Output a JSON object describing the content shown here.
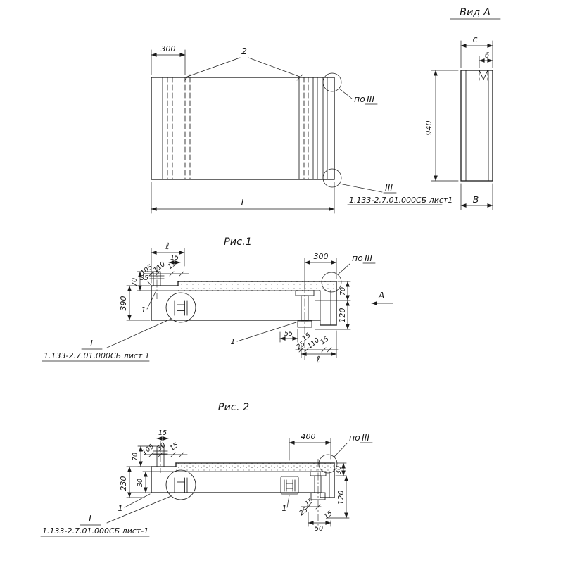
{
  "meta": {
    "paper": "#ffffff",
    "ink": "#1a1a1a"
  },
  "view_a": {
    "title": "Вид А",
    "dim_c": "с",
    "dim_b": "б",
    "dim_940": "940",
    "dim_B": "В"
  },
  "fig1": {
    "caption": "Рис.1",
    "dim_300": "300",
    "pos_2": "2",
    "po": "по",
    "section": "III",
    "section_bottom": "III",
    "ref": "1.133-2.7.01.000СБ лист1",
    "dim_L": "L"
  },
  "fig2": {
    "caption": "Рис. 2",
    "dim_l_top": "ℓ",
    "dim_15_top": "15",
    "dim_105": "105",
    "dim_110": "110",
    "dim_15_chain": "15",
    "dim_35": "35",
    "dim_70_left": "70",
    "dim_390": "390",
    "pos_1_left": "1",
    "pos_1_right": "1",
    "dim_300": "300",
    "po": "по",
    "section": "III",
    "view_label": "А",
    "dim_70_right": "70",
    "dim_120": "120",
    "dim_55": "55",
    "dim_15_r1": "15",
    "dim_25": "25",
    "dim_110_r": "110",
    "dim_15_r2": "15",
    "dim_l_bottom": "ℓ",
    "detail": "I",
    "ref": "1.133-2.7.01.000СБ лист 1"
  },
  "fig3": {
    "dim_15_top": "15",
    "dim_105": "105",
    "dim_50_top": "50",
    "dim_15_chain": "15",
    "dim_70": "70",
    "dim_30_left": "30",
    "dim_230": "230",
    "pos_1_left": "1",
    "pos_1_right": "1",
    "dim_400": "400",
    "po": "по",
    "section": "III",
    "dim_30_right": "30",
    "dim_120": "120",
    "dim_15_r1": "15",
    "dim_25": "25",
    "dim_15_r2": "15",
    "dim_50_bottom": "50",
    "detail": "I",
    "ref": "1.133-2.7.01.000СБ лист-1"
  }
}
